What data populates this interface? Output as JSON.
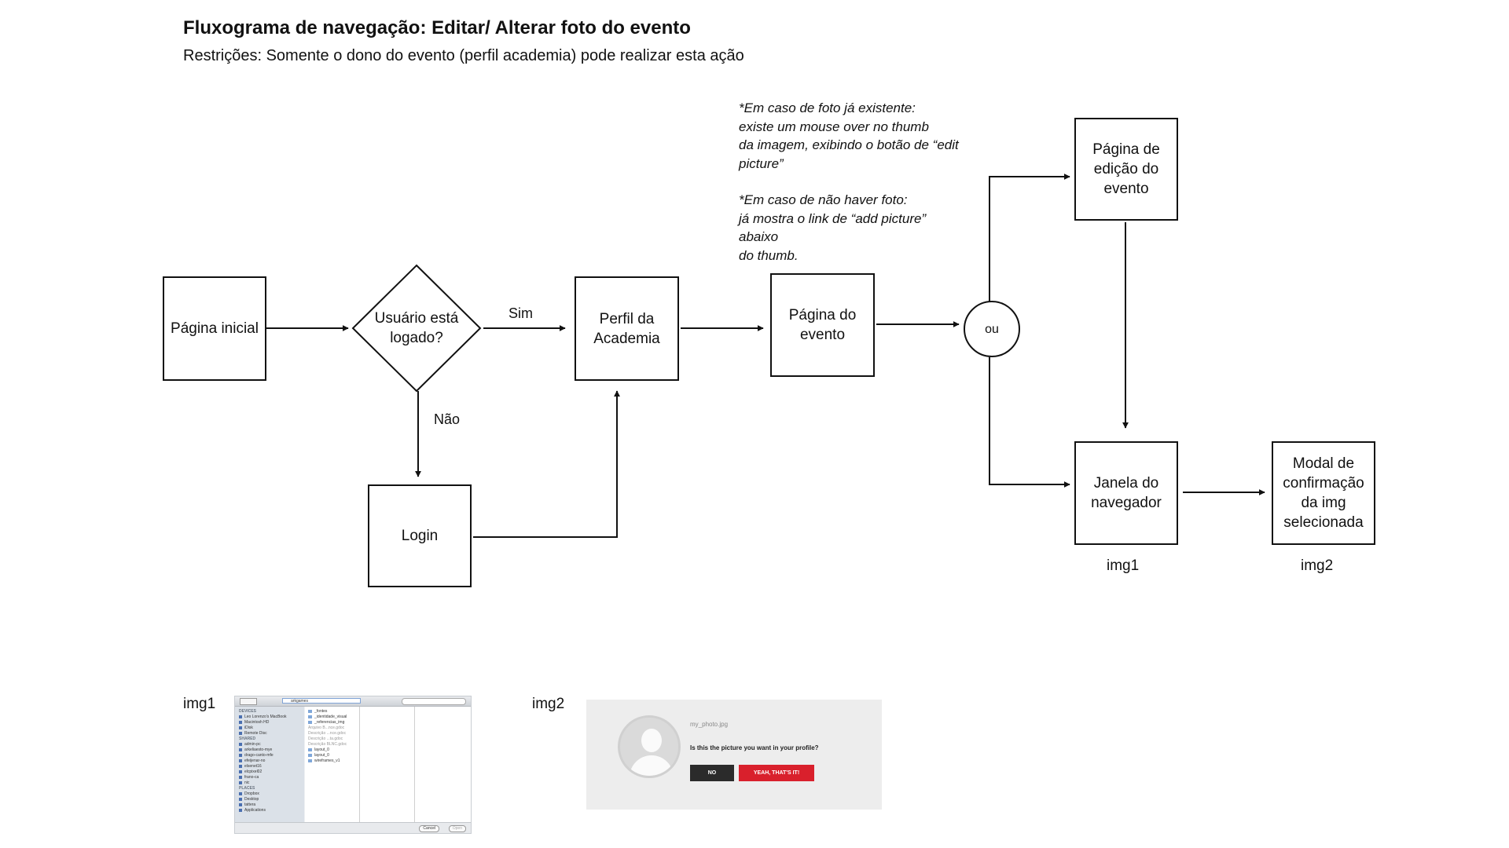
{
  "header": {
    "title": "Fluxograma de navegação: Editar/ Alterar foto do evento",
    "subtitle": "Restrições: Somente o dono do evento (perfil academia) pode realizar esta ação"
  },
  "nodes": {
    "pagina_inicial": "Página inicial",
    "decision": "Usuário está logado?",
    "login": "Login",
    "perfil_academia": "Perfil da Academia",
    "pagina_evento": "Página do evento",
    "ou": "ou",
    "pagina_edicao": "Página de edição do evento",
    "janela_navegador": "Janela do navegador",
    "modal_confirmacao": "Modal de confirmação da img selecionada"
  },
  "edge_labels": {
    "sim": "Sim",
    "nao": "Não"
  },
  "note": {
    "lines_existing": [
      "*Em caso de foto já existente:",
      "existe um mouse over no thumb",
      "da imagem, exibindo o botão de “edit",
      "picture”"
    ],
    "lines_missing": [
      "*Em caso de não haver foto:",
      "já mostra o link de “add picture”",
      "abaixo",
      "do thumb."
    ]
  },
  "captions": {
    "img1_under": "img1",
    "img2_under": "img2",
    "img1_label": "img1",
    "img2_label": "img2"
  },
  "thumb1": {
    "path_value": "arkgames",
    "sidebar": [
      {
        "text": "DEVICES",
        "type": "h"
      },
      {
        "text": "Leo Lorenzo's MacBook",
        "type": "it"
      },
      {
        "text": "Macintosh HD",
        "type": "it"
      },
      {
        "text": "iDisk",
        "type": "it"
      },
      {
        "text": "Remote Disc",
        "type": "it"
      },
      {
        "text": "SHARED",
        "type": "h"
      },
      {
        "text": "admin-pc",
        "type": "it"
      },
      {
        "text": "arkeliaesto-mye",
        "type": "it"
      },
      {
        "text": "drago-canto-mfe",
        "type": "it"
      },
      {
        "text": "efeijenar-no",
        "type": "it"
      },
      {
        "text": "elsenet16",
        "type": "it"
      },
      {
        "text": "elcpixel02",
        "type": "it"
      },
      {
        "text": "frano-ca",
        "type": "it"
      },
      {
        "text": "nic",
        "type": "it"
      },
      {
        "text": "PLACES",
        "type": "h"
      },
      {
        "text": "Dropbox",
        "type": "it"
      },
      {
        "text": "Desktop",
        "type": "it"
      },
      {
        "text": "tattera",
        "type": "it"
      },
      {
        "text": "Applications",
        "type": "it"
      }
    ],
    "files": [
      {
        "text": "_fontes",
        "type": "f"
      },
      {
        "text": "_identidade_visual",
        "type": "f"
      },
      {
        "text": "_referencias_img",
        "type": "f"
      },
      {
        "text": "Arquivo B...nce.gdoc",
        "type": "g"
      },
      {
        "text": "Descrição ...nce.gdoc",
        "type": "g"
      },
      {
        "text": "Descrição ...ta.gdoc",
        "type": "g"
      },
      {
        "text": "Descrição BLNC.gdoc",
        "type": "g"
      },
      {
        "text": "layout_0",
        "type": "f"
      },
      {
        "text": "layout_0",
        "type": "f"
      },
      {
        "text": "wireframes_v1",
        "type": "f"
      }
    ],
    "cancel": "Cancel",
    "open": "Open"
  },
  "thumb2": {
    "filename": "my_photo.jpg",
    "question": "Is this the picture you want in your profile?",
    "no_label": "NO",
    "yes_label": "YEAH, THAT'S IT!"
  }
}
